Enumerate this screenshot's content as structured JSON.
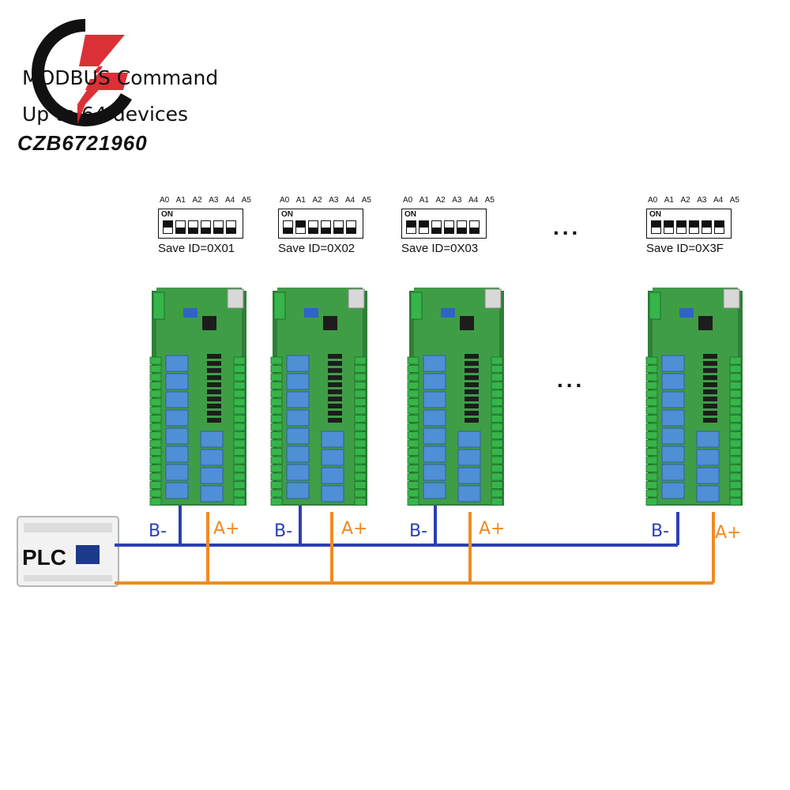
{
  "header": {
    "line1": "MODBUS Command",
    "line2": "Up to 64 devices",
    "brand": "CZB6721960"
  },
  "dip_header": {
    "labels": [
      "A0",
      "A1",
      "A2",
      "A3",
      "A4",
      "A5"
    ],
    "on_label": "ON"
  },
  "devices": [
    {
      "id_text": "Save ID=0X01",
      "switches": [
        true,
        false,
        false,
        false,
        false,
        false
      ]
    },
    {
      "id_text": "Save ID=0X02",
      "switches": [
        false,
        true,
        false,
        false,
        false,
        false
      ]
    },
    {
      "id_text": "Save ID=0X03",
      "switches": [
        true,
        true,
        false,
        false,
        false,
        false
      ]
    },
    {
      "id_text": "Save ID=0X3F",
      "switches": [
        true,
        true,
        true,
        true,
        true,
        true
      ]
    }
  ],
  "bus": {
    "b_label": "B-",
    "a_label": "A+",
    "b_color": "#2b3fb5",
    "a_color": "#f08a24"
  },
  "plc": {
    "label": "PLC"
  },
  "ellipsis": "...",
  "colors": {
    "pcb_green": "#3f9d46",
    "terminal_green": "#36b54a",
    "relay_blue": "#4f8fd6",
    "logo_red": "#d9262b"
  }
}
